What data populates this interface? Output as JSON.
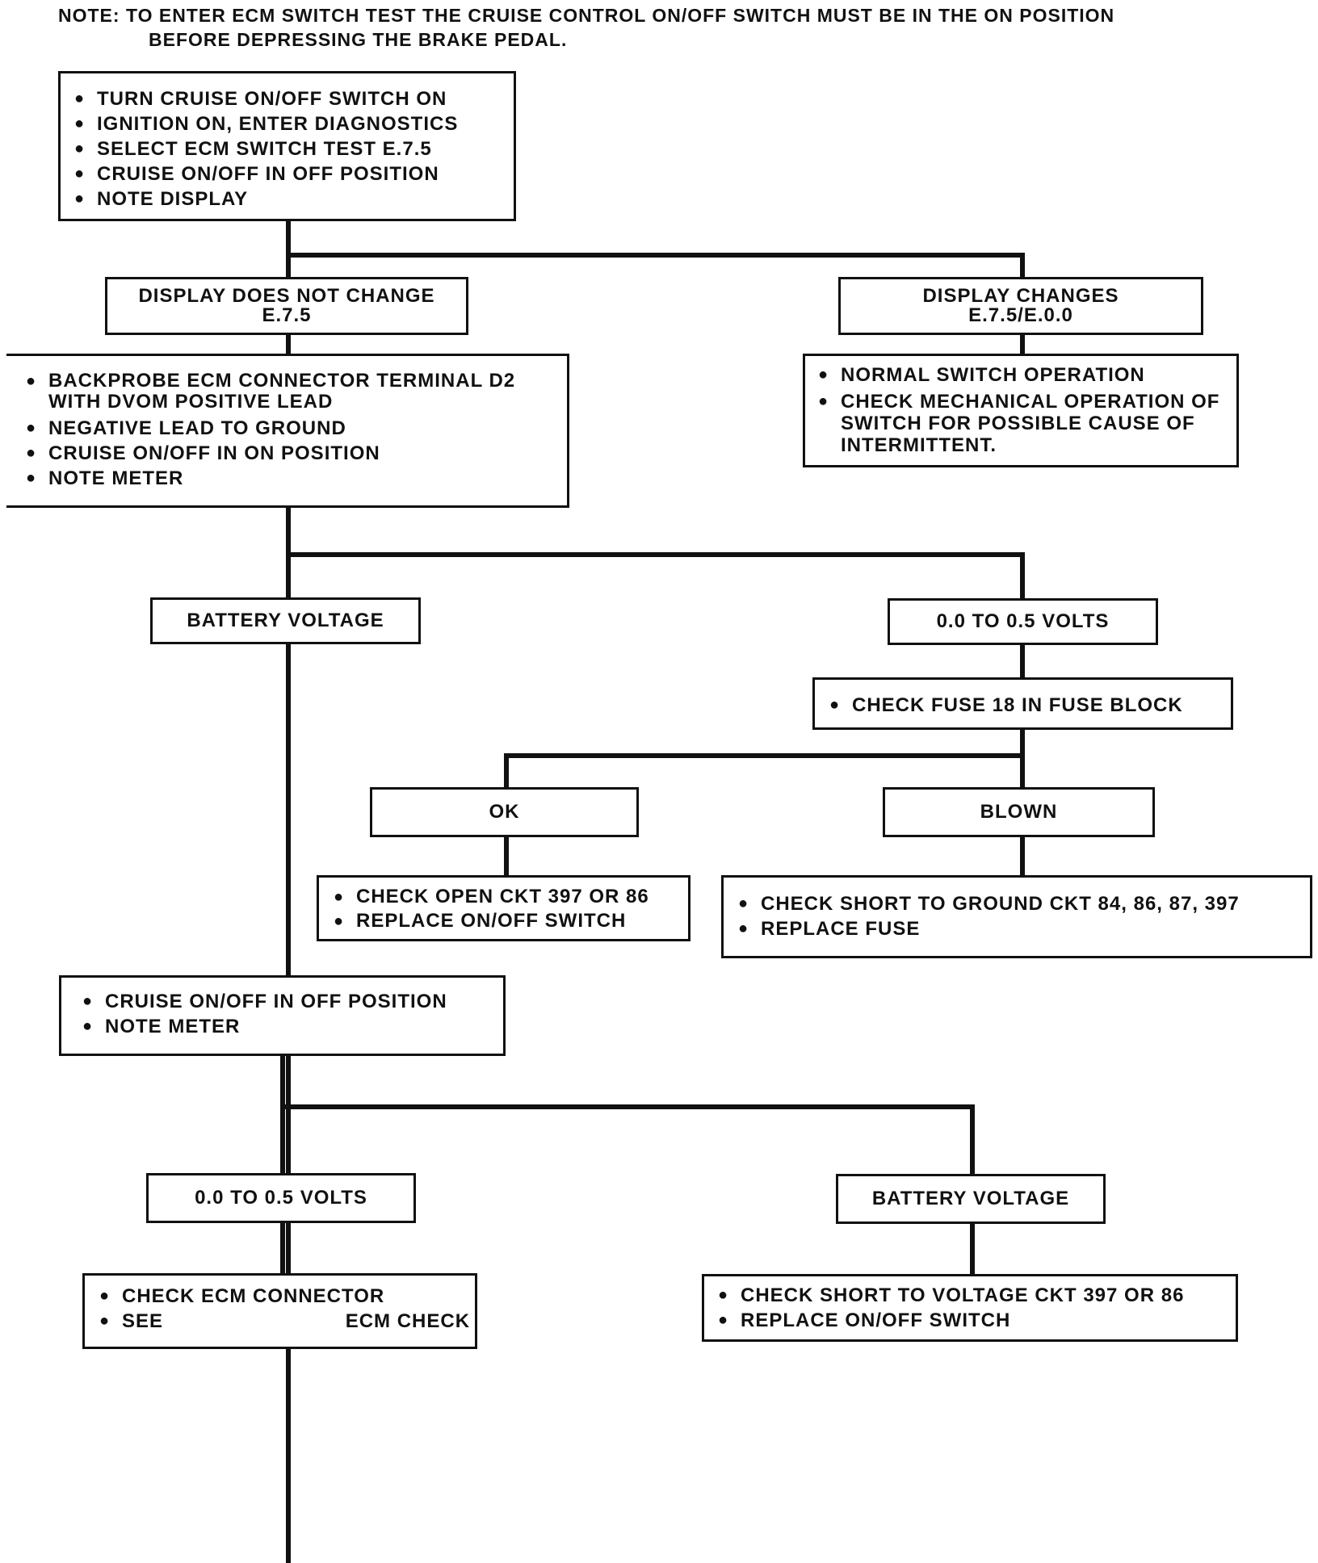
{
  "note": {
    "line1": "NOTE: TO ENTER ECM SWITCH TEST THE CRUISE CONTROL ON/OFF SWITCH MUST BE IN THE ON POSITION",
    "line2": "BEFORE DEPRESSING THE BRAKE PEDAL."
  },
  "start_box": {
    "items": [
      "TURN CRUISE ON/OFF SWITCH ON",
      "IGNITION ON, ENTER DIAGNOSTICS",
      "SELECT ECM SWITCH TEST E.7.5",
      "CRUISE ON/OFF IN OFF POSITION",
      "NOTE DISPLAY"
    ]
  },
  "display_no_change": {
    "line1": "DISPLAY DOES NOT CHANGE",
    "line2": "E.7.5"
  },
  "display_changes": {
    "line1": "DISPLAY CHANGES",
    "line2": "E.7.5/E.0.0"
  },
  "normal_box": {
    "items": [
      "NORMAL SWITCH OPERATION",
      "CHECK MECHANICAL OPERATION OF SWITCH FOR POSSIBLE CAUSE OF INTERMITTENT."
    ]
  },
  "backprobe_box": {
    "items": [
      "BACKPROBE ECM CONNECTOR TERMINAL D2 WITH DVOM POSITIVE LEAD",
      "NEGATIVE LEAD TO GROUND",
      "CRUISE ON/OFF IN ON POSITION",
      "NOTE METER"
    ]
  },
  "battery_voltage_1": "BATTERY VOLTAGE",
  "low_volts_1": "0.0 TO 0.5 VOLTS",
  "check_fuse": "CHECK FUSE 18 IN FUSE BLOCK",
  "ok_label": "OK",
  "blown_label": "BLOWN",
  "ok_actions": {
    "items": [
      "CHECK OPEN CKT 397 OR 86",
      "REPLACE ON/OFF SWITCH"
    ]
  },
  "blown_actions": {
    "items": [
      "CHECK SHORT TO GROUND CKT 84, 86, 87, 397",
      "REPLACE FUSE"
    ]
  },
  "off_box": {
    "items": [
      "CRUISE ON/OFF IN OFF POSITION",
      "NOTE METER"
    ]
  },
  "low_volts_2": "0.0 TO 0.5 VOLTS",
  "battery_voltage_2": "BATTERY VOLTAGE",
  "ecm_actions": {
    "item1": "CHECK ECM CONNECTOR",
    "item2_a": "SEE",
    "item2_b": "ECM CHECK"
  },
  "short_voltage_actions": {
    "items": [
      "CHECK SHORT TO VOLTAGE CKT 397 OR 86",
      "REPLACE ON/OFF SWITCH"
    ]
  }
}
